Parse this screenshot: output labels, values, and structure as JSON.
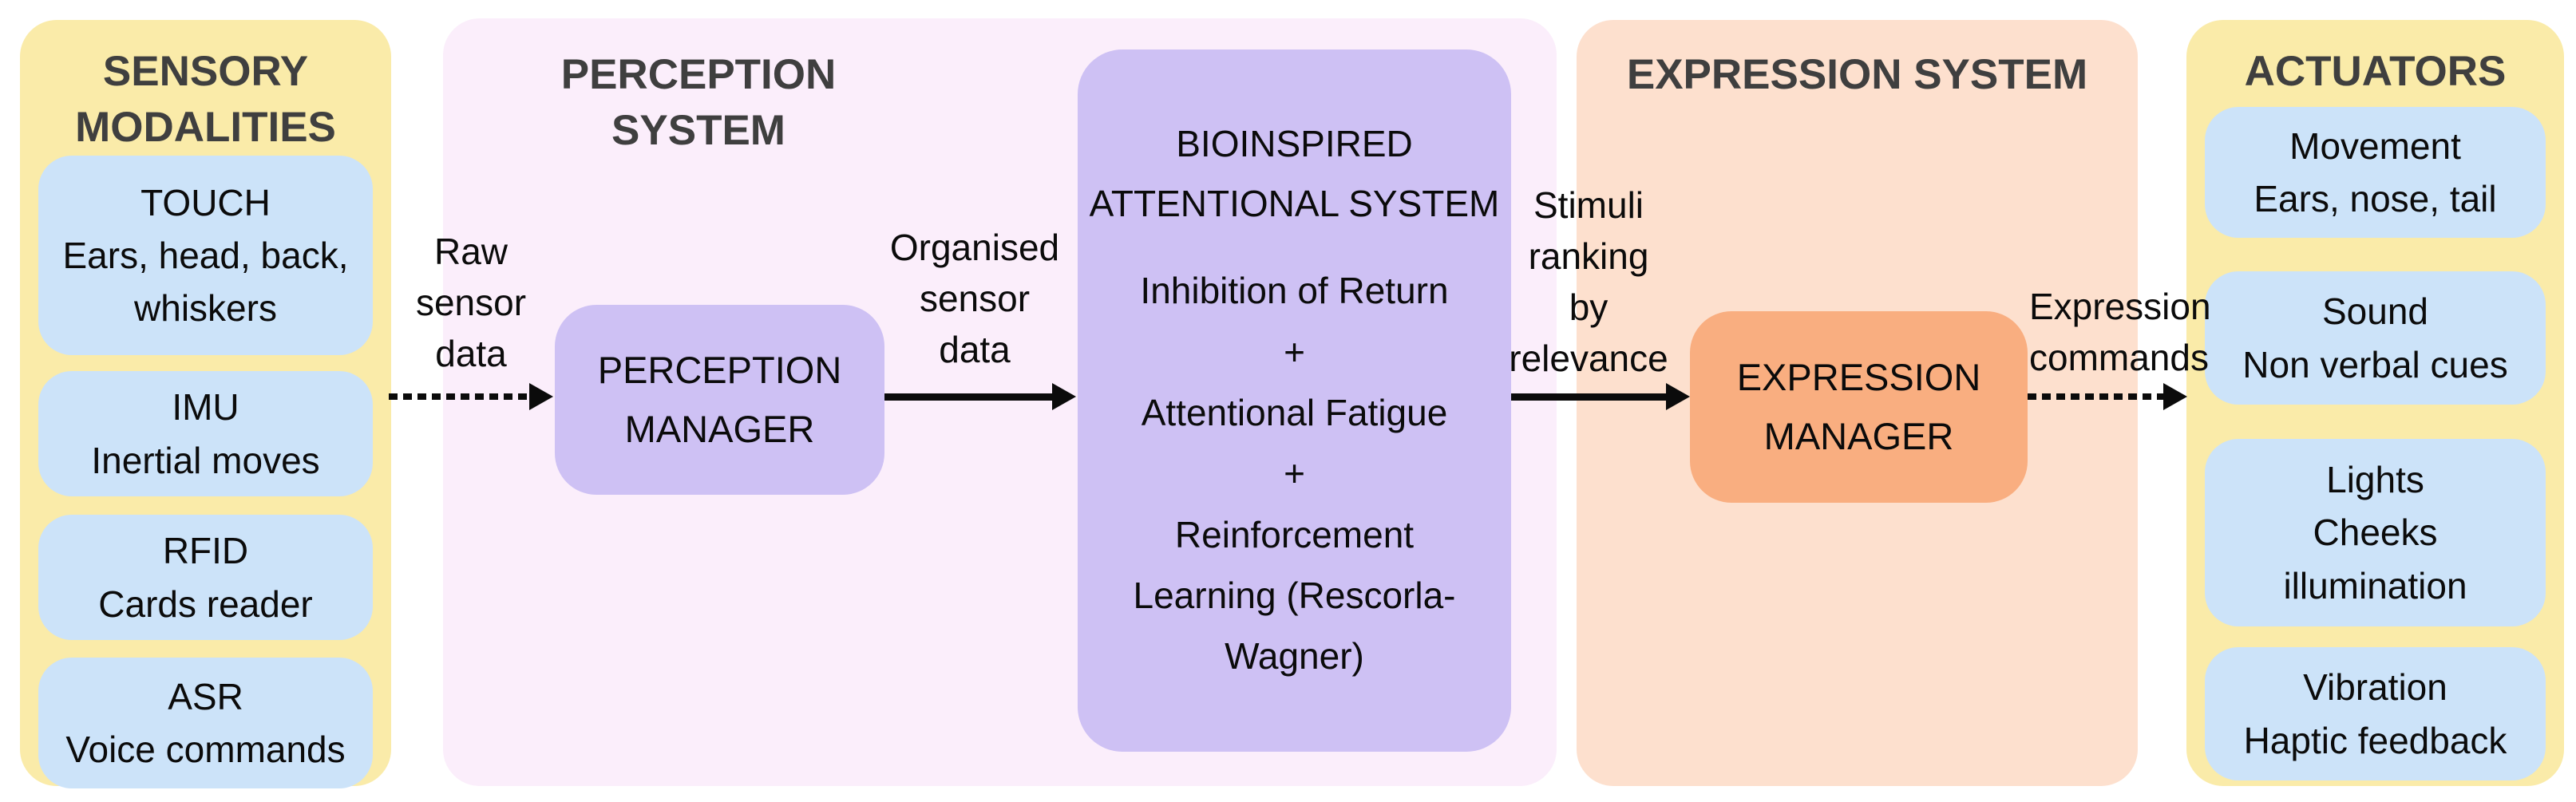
{
  "diagram": {
    "colors": {
      "background": "#FFFFFF",
      "panel_yellow": "#FAEBA9",
      "panel_pink": "#FBEEFB",
      "panel_orange": "#FDE0CE",
      "box_blue": "#CCE3F9",
      "box_purple": "#CEC1F4",
      "box_orange": "#F9AE80",
      "header_text": "#3F3F3F",
      "body_text": "#0B0B0B"
    },
    "sensory": {
      "title": "SENSORY MODALITIES",
      "boxes": [
        {
          "title": "TOUCH",
          "subtitle": "Ears, head, back, whiskers"
        },
        {
          "title": "IMU",
          "subtitle": "Inertial moves"
        },
        {
          "title": "RFID",
          "subtitle": "Cards reader"
        },
        {
          "title": "ASR",
          "subtitle": "Voice commands"
        }
      ]
    },
    "perception": {
      "title": "PERCEPTION SYSTEM",
      "manager_label": "PERCEPTION MANAGER",
      "attentional": {
        "title": "BIOINSPIRED ATTENTIONAL SYSTEM",
        "items": [
          "Inhibition of Return",
          "+",
          "Attentional Fatigue",
          "+",
          "Reinforcement\nLearning (Rescorla-\nWagner)"
        ]
      }
    },
    "expression": {
      "title": "EXPRESSION SYSTEM",
      "manager_label": "EXPRESSION MANAGER"
    },
    "actuators": {
      "title": "ACTUATORS",
      "boxes": [
        {
          "title": "Movement",
          "subtitle": "Ears, nose, tail"
        },
        {
          "title": "Sound",
          "subtitle": "Non verbal cues"
        },
        {
          "title": "Lights",
          "subtitle": "Cheeks\nillumination"
        },
        {
          "title": "Vibration",
          "subtitle": "Haptic feedback"
        }
      ]
    },
    "flows": [
      {
        "label": "Raw\nsensor\ndata",
        "style": "dotted"
      },
      {
        "label": "Organised\nsensor\ndata",
        "style": "solid"
      },
      {
        "label": "Stimuli\nranking\nby\nrelevance",
        "style": "solid"
      },
      {
        "label": "Expression\ncommands",
        "style": "dotted"
      }
    ]
  }
}
